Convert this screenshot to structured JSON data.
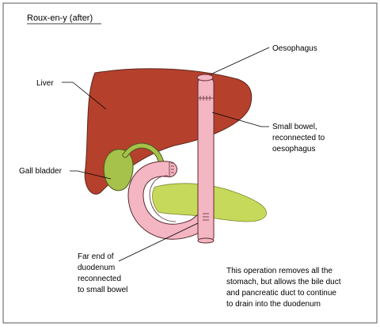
{
  "title": "Roux-en-y (after)",
  "labels": {
    "oesophagus": "Oesophagus",
    "liver": "Liver",
    "small_bowel": [
      "Small bowel,",
      "reconnected to",
      "oesophagus"
    ],
    "gall_bladder": "Gall bladder",
    "far_end": [
      "Far end of",
      "duodenum",
      "reconnected",
      "to small bowel"
    ]
  },
  "note": [
    "This operation removes all the",
    "stomach, but allows the bile duct",
    "and pancreatic duct to continue",
    "to drain into the duodenum"
  ],
  "colors": {
    "liver": "#b5402c",
    "gall_bladder": "#a6c24a",
    "pancreas": "#c6d95a",
    "bowel": "#f4b6c2",
    "outline": "#4a2a2a"
  }
}
